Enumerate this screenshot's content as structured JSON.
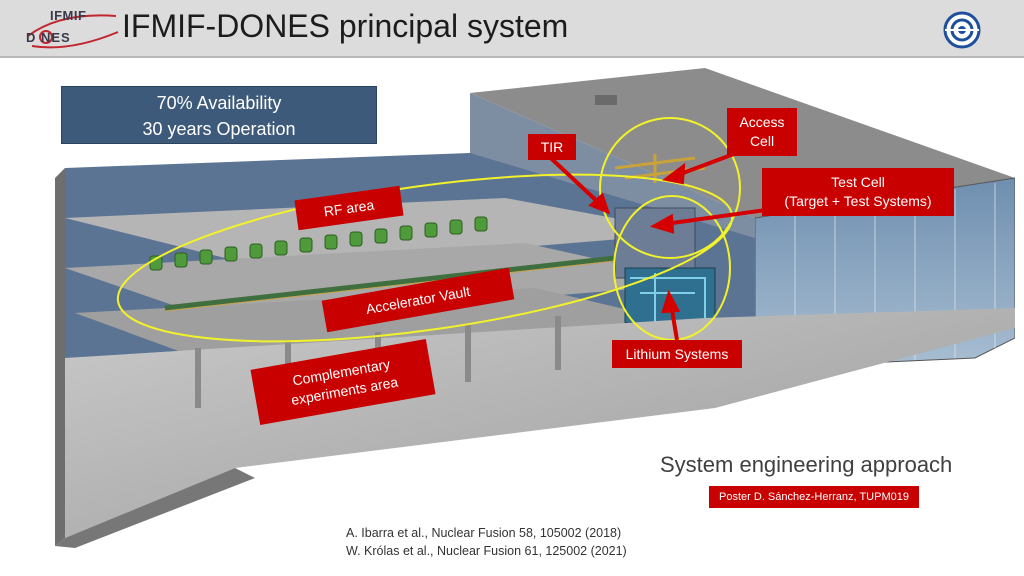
{
  "header": {
    "title": "IFMIF-DONES principal system",
    "logo": {
      "line1": "IFMIF",
      "line2": "D NES"
    }
  },
  "availability": {
    "line1": "70% Availability",
    "line2": "30 years Operation"
  },
  "labels": {
    "tir": "TIR",
    "access_cell_1": "Access",
    "access_cell_2": "Cell",
    "test_cell_1": "Test Cell",
    "test_cell_2": "(Target + Test Systems)",
    "rf_area": "RF area",
    "accelerator_vault": "Accelerator Vault",
    "lithium_systems": "Lithium Systems",
    "complementary_1": "Complementary",
    "complementary_2": "experiments area"
  },
  "system_engineering": "System engineering approach",
  "poster": "Poster D. Sánchez-Herranz, TUPM019",
  "references": [
    "A. Ibarra et al., Nuclear Fusion 58, 105002 (2018)",
    "W. Królas et al., Nuclear Fusion 61, 125002 (2021)"
  ],
  "colors": {
    "label_red": "#c90000",
    "availability_blue": "#3d5a7a",
    "highlight_yellow": "#f2f22a"
  }
}
